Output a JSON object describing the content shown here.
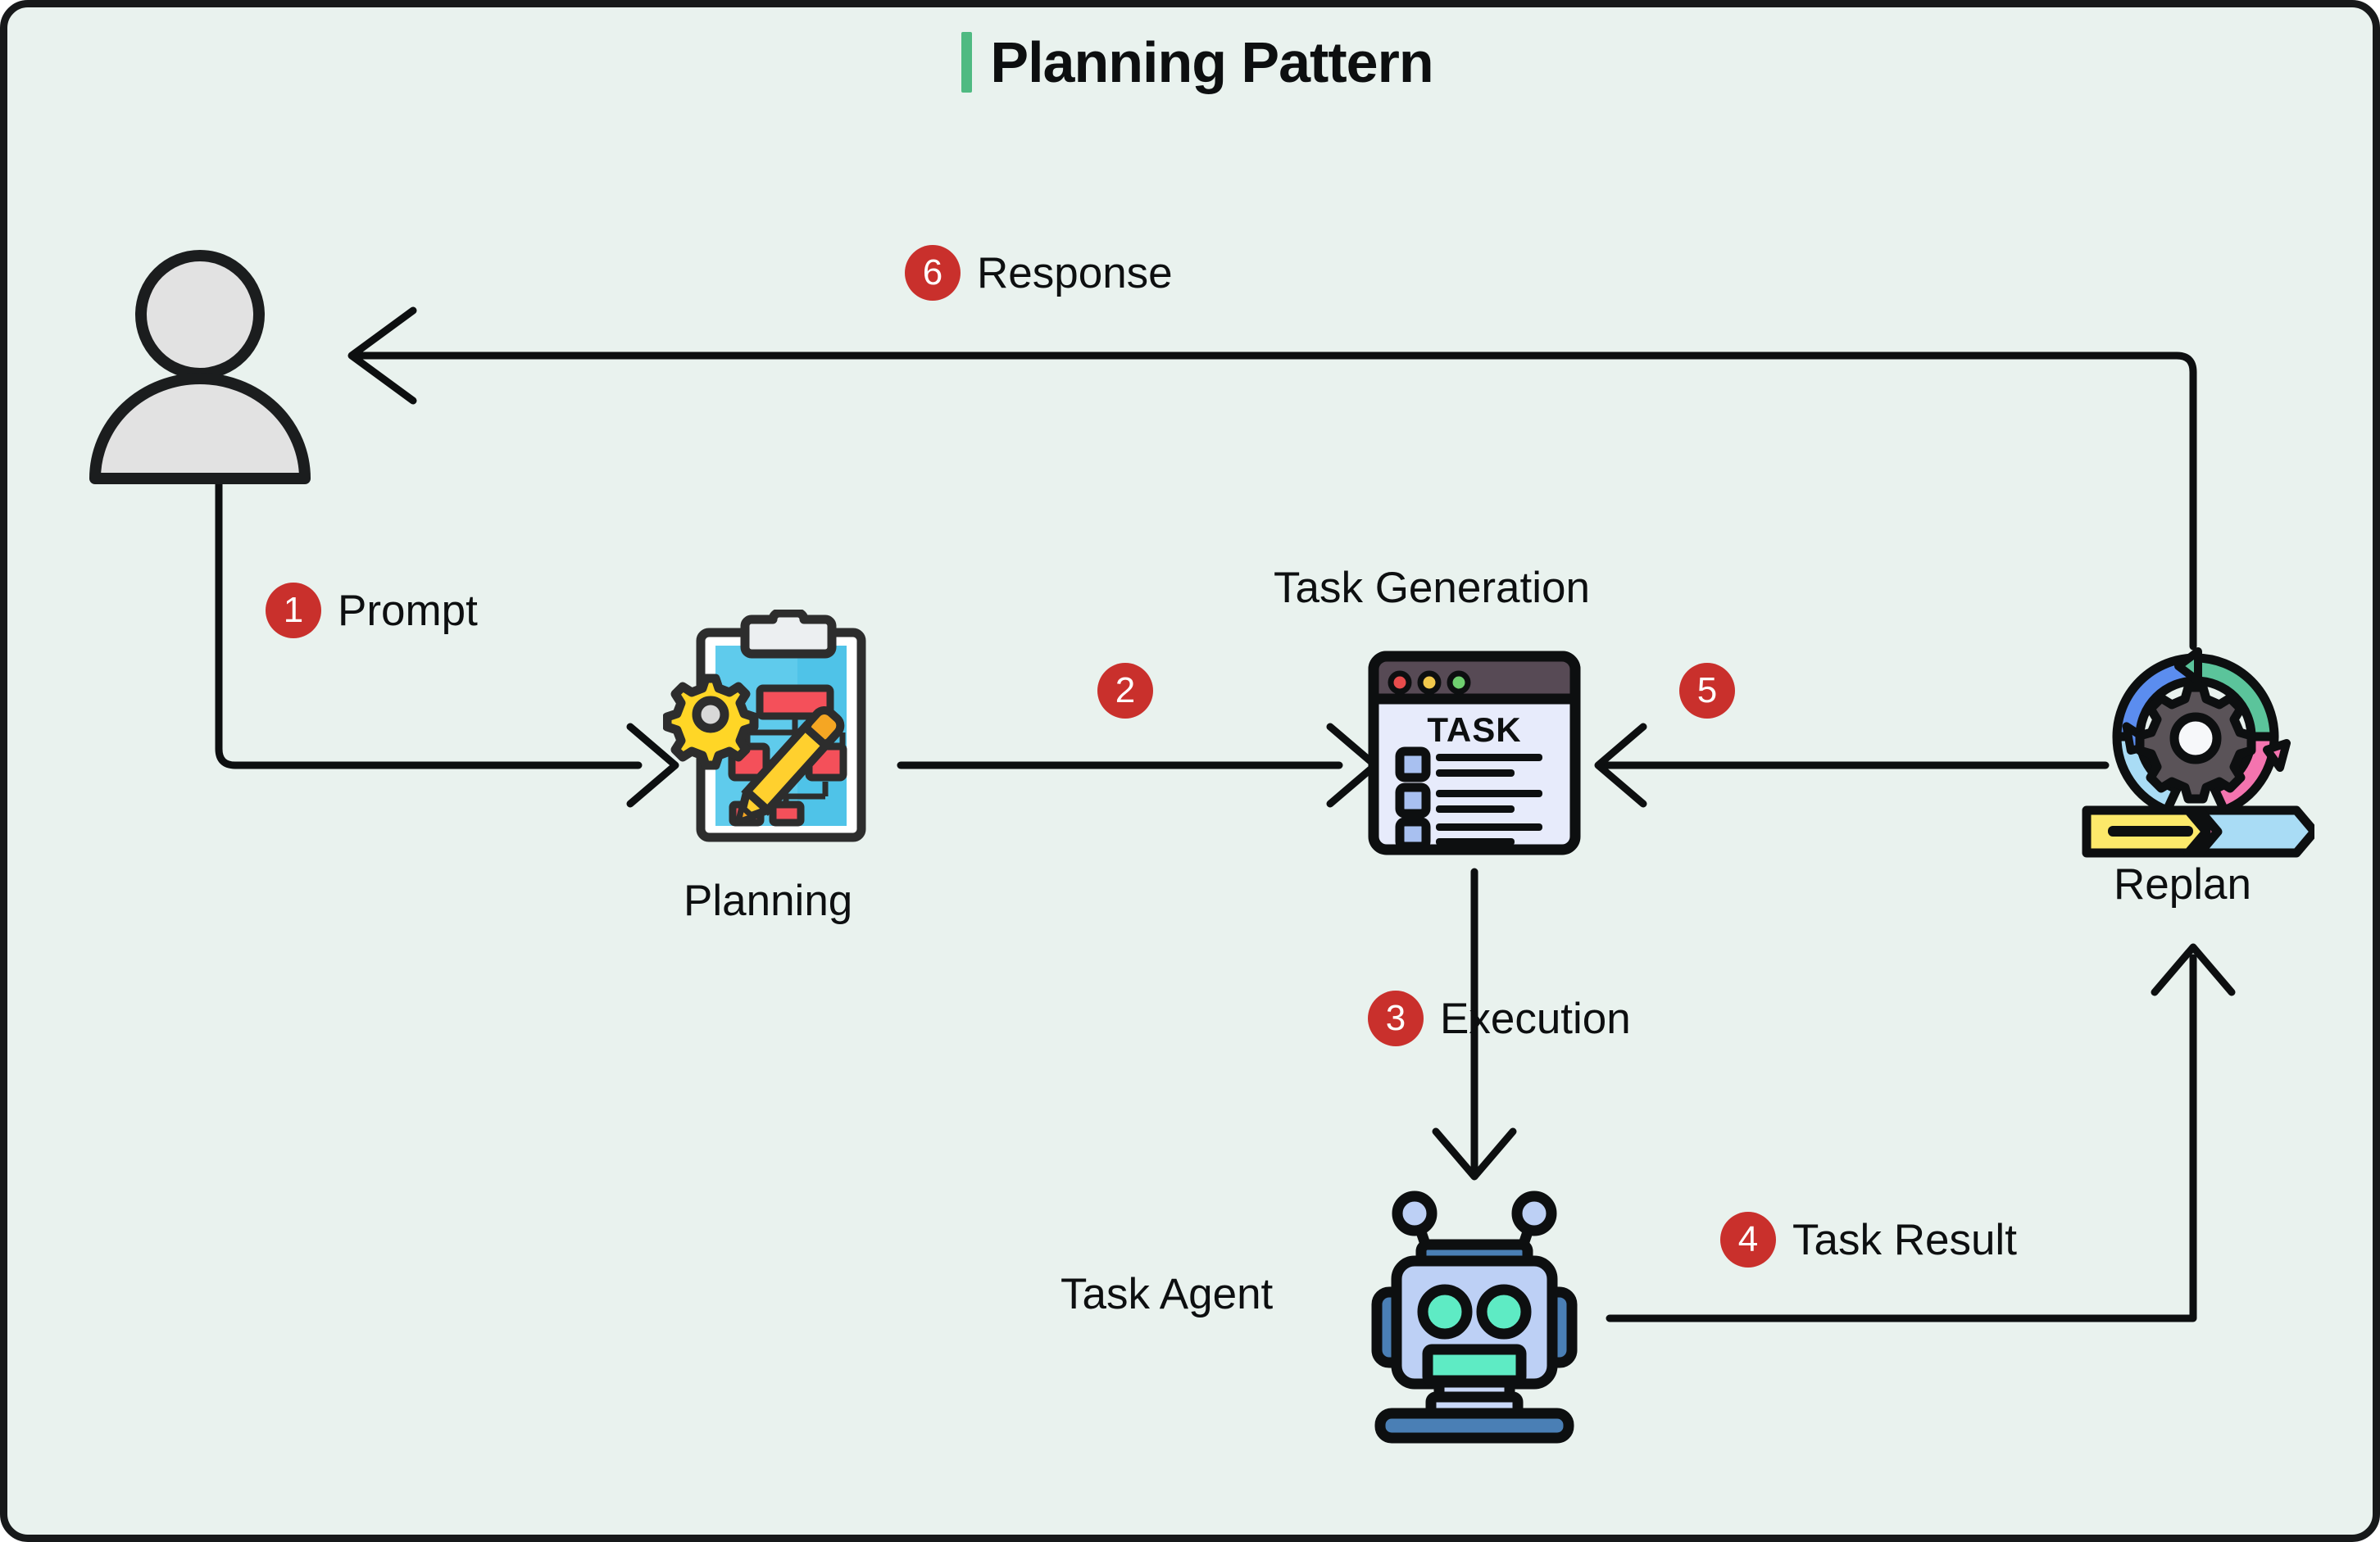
{
  "diagram": {
    "title": "Planning Pattern",
    "background_color": "#E9F2EE",
    "accent_color": "#4FBA82",
    "badge_color": "#C9302C",
    "border_color": "#17191a"
  },
  "nodes": [
    {
      "id": "user",
      "label": "",
      "icon": "user-avatar-icon"
    },
    {
      "id": "planning",
      "label": "Planning",
      "icon": "clipboard-flowchart-gear-pencil-icon"
    },
    {
      "id": "taskgen",
      "label": "Task Generation",
      "icon": "task-browser-window-icon"
    },
    {
      "id": "replan",
      "label": "Replan",
      "icon": "agile-cycle-gear-icon"
    },
    {
      "id": "agent",
      "label": "Task Agent",
      "icon": "robot-icon"
    }
  ],
  "steps": [
    {
      "number": "1",
      "label": "Prompt",
      "from": "user",
      "to": "planning"
    },
    {
      "number": "2",
      "label": "",
      "from": "planning",
      "to": "taskgen"
    },
    {
      "number": "3",
      "label": "Execution",
      "from": "taskgen",
      "to": "agent"
    },
    {
      "number": "4",
      "label": "Task Result",
      "from": "agent",
      "to": "replan"
    },
    {
      "number": "5",
      "label": "",
      "from": "replan",
      "to": "taskgen"
    },
    {
      "number": "6",
      "label": "Response",
      "from": "replan",
      "to": "user"
    }
  ],
  "icon_colors": {
    "clipboard_body": "#4FC3E8",
    "clipboard_boxes": "#F4505A",
    "gear_yellow": "#FFD626",
    "pencil_yellow": "#FFD02E",
    "titlebar_purple": "#574A55",
    "window_paper": "#E7EBFB",
    "checkbox_blue": "#A8C0F0",
    "robot_head": "#BDD0F5",
    "robot_eye": "#5EEBC4",
    "robot_base": "#4A7FB5",
    "cycle_blue": "#5B8DEF",
    "cycle_green": "#5BC49B",
    "cycle_pink": "#F474AF",
    "cycle_lightblue": "#A9DCF5",
    "cycle_yellow": "#FCE96A",
    "cycle_gear_gray": "#5A5358",
    "avatar_gray": "#E2E2E2",
    "outline": "#1b1d1e"
  },
  "task_window": {
    "heading": "TASK",
    "dots": [
      "#E84C4C",
      "#F2C94C",
      "#6FCF6F"
    ],
    "rows": 3
  }
}
